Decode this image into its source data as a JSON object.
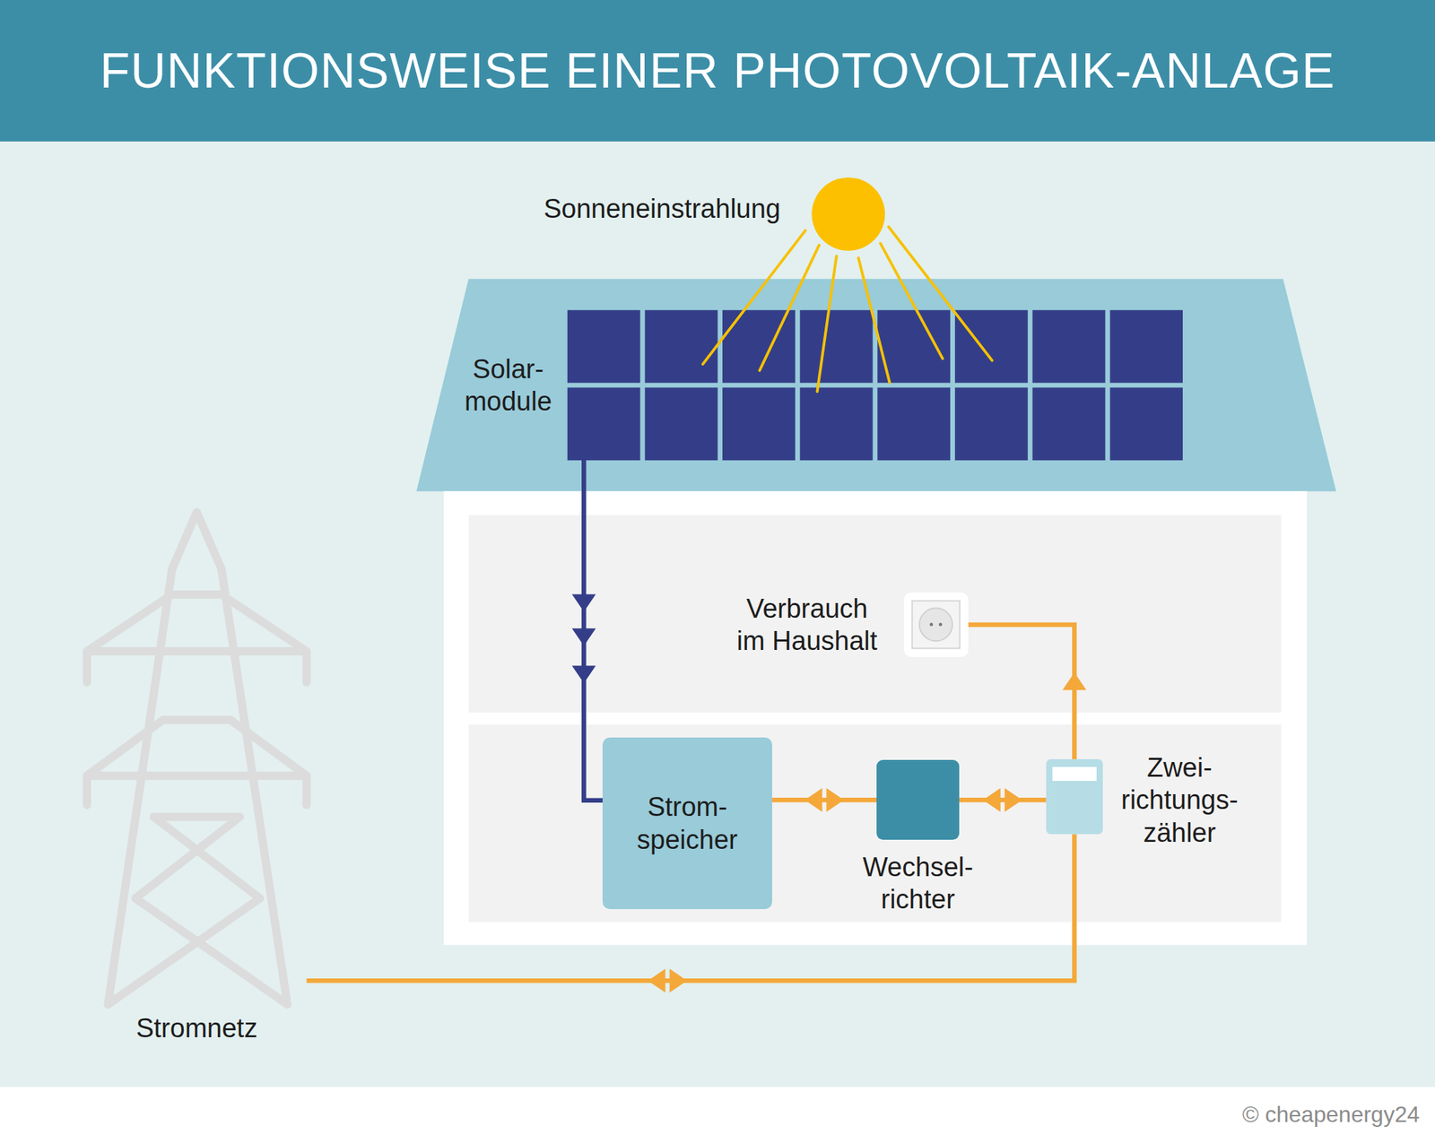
{
  "diagram": {
    "title": "FUNKTIONSWEISE EINER PHOTOVOLTAIK-ANLAGE",
    "nodes": [
      {
        "text": [
          "Solar- module"
        ]
      },
      {
        "text": [
          "Verbrauch im Haushalt"
        ]
      },
      {
        "text": [
          "Strom- speicher"
        ]
      },
      {
        "text": [
          "Wechsel- richter"
        ]
      },
      {
        "text": [
          "Zwei- richtungs- zähler"
        ]
      },
      {
        "text": [
          "Stromnetz"
        ]
      }
    ],
    "edges": [
      {
        "from": 0,
        "to": 2,
        "arrow": "to"
      },
      {
        "from": 2,
        "to": 3,
        "arrow": "both"
      },
      {
        "from": 3,
        "to": 4,
        "arrow": "both"
      },
      {
        "from": 4,
        "to": 1,
        "arrow": "to"
      },
      {
        "from": 4,
        "to": 5,
        "arrow": "both"
      }
    ],
    "labels": [
      "Sonneneinstrahlung",
      "© cheapenergy24"
    ]
  }
}
